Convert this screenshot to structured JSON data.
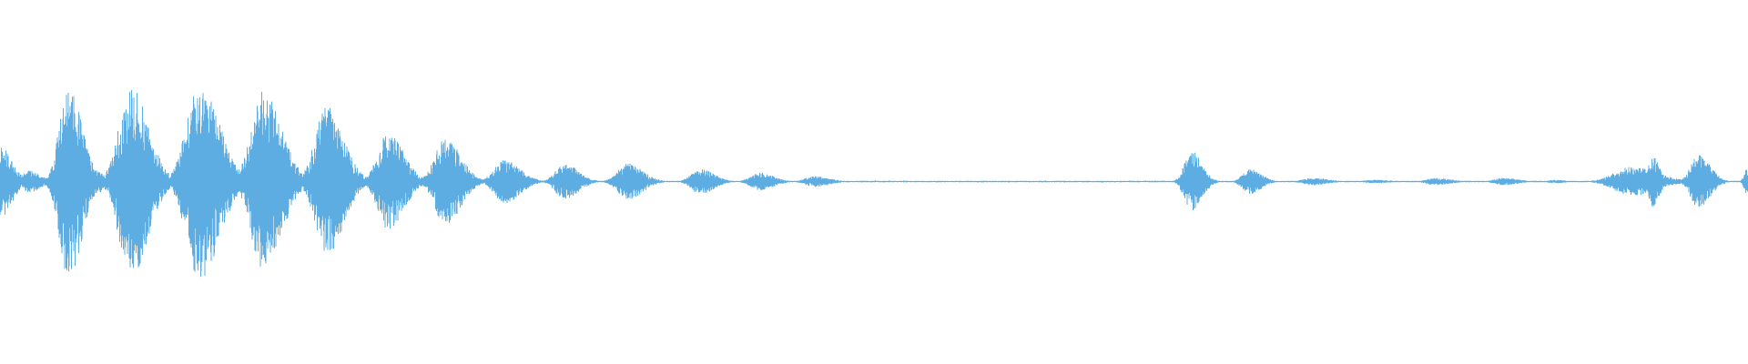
{
  "waveform": {
    "color": "#5dade2",
    "background": "#ffffff",
    "baseline_visible": true,
    "bursts": [
      {
        "t": 0.0,
        "w": 0.009,
        "a": 0.2
      },
      {
        "t": 0.0165,
        "w": 0.009,
        "a": 0.06
      },
      {
        "t": 0.039,
        "w": 0.0105,
        "a": 0.53
      },
      {
        "t": 0.056,
        "w": 0.0075,
        "a": 0.06
      },
      {
        "t": 0.0745,
        "w": 0.0135,
        "a": 0.53
      },
      {
        "t": 0.096,
        "w": 0.008,
        "a": 0.03
      },
      {
        "t": 0.114,
        "w": 0.015,
        "a": 0.55
      },
      {
        "t": 0.1305,
        "w": 0.008,
        "a": 0.05
      },
      {
        "t": 0.1505,
        "w": 0.014,
        "a": 0.5
      },
      {
        "t": 0.1665,
        "w": 0.007,
        "a": 0.02
      },
      {
        "t": 0.1865,
        "w": 0.013,
        "a": 0.42
      },
      {
        "t": 0.222,
        "w": 0.012,
        "a": 0.27
      },
      {
        "t": 0.2545,
        "w": 0.012,
        "a": 0.24
      },
      {
        "t": 0.2885,
        "w": 0.012,
        "a": 0.12
      },
      {
        "t": 0.323,
        "w": 0.0105,
        "a": 0.1
      },
      {
        "t": 0.359,
        "w": 0.0115,
        "a": 0.1
      },
      {
        "t": 0.4005,
        "w": 0.0105,
        "a": 0.07
      },
      {
        "t": 0.4345,
        "w": 0.0105,
        "a": 0.05
      },
      {
        "t": 0.466,
        "w": 0.011,
        "a": 0.03
      },
      {
        "t": 0.6815,
        "w": 0.008,
        "a": 0.17
      },
      {
        "t": 0.715,
        "w": 0.0085,
        "a": 0.07
      },
      {
        "t": 0.751,
        "w": 0.012,
        "a": 0.02
      },
      {
        "t": 0.786,
        "w": 0.0115,
        "a": 0.01
      },
      {
        "t": 0.8215,
        "w": 0.011,
        "a": 0.02
      },
      {
        "t": 0.86,
        "w": 0.011,
        "a": 0.02
      },
      {
        "t": 0.8895,
        "w": 0.008,
        "a": 0.01
      },
      {
        "t": 0.933,
        "w": 0.02,
        "a": 0.08
      },
      {
        "t": 0.9455,
        "w": 0.005,
        "a": 0.14
      },
      {
        "t": 0.9715,
        "w": 0.009,
        "a": 0.15
      },
      {
        "t": 1.0,
        "w": 0.004,
        "a": 0.08
      }
    ],
    "noise_floor": 0.004,
    "sparse_ticks_range": [
      0.47,
      0.68
    ]
  }
}
